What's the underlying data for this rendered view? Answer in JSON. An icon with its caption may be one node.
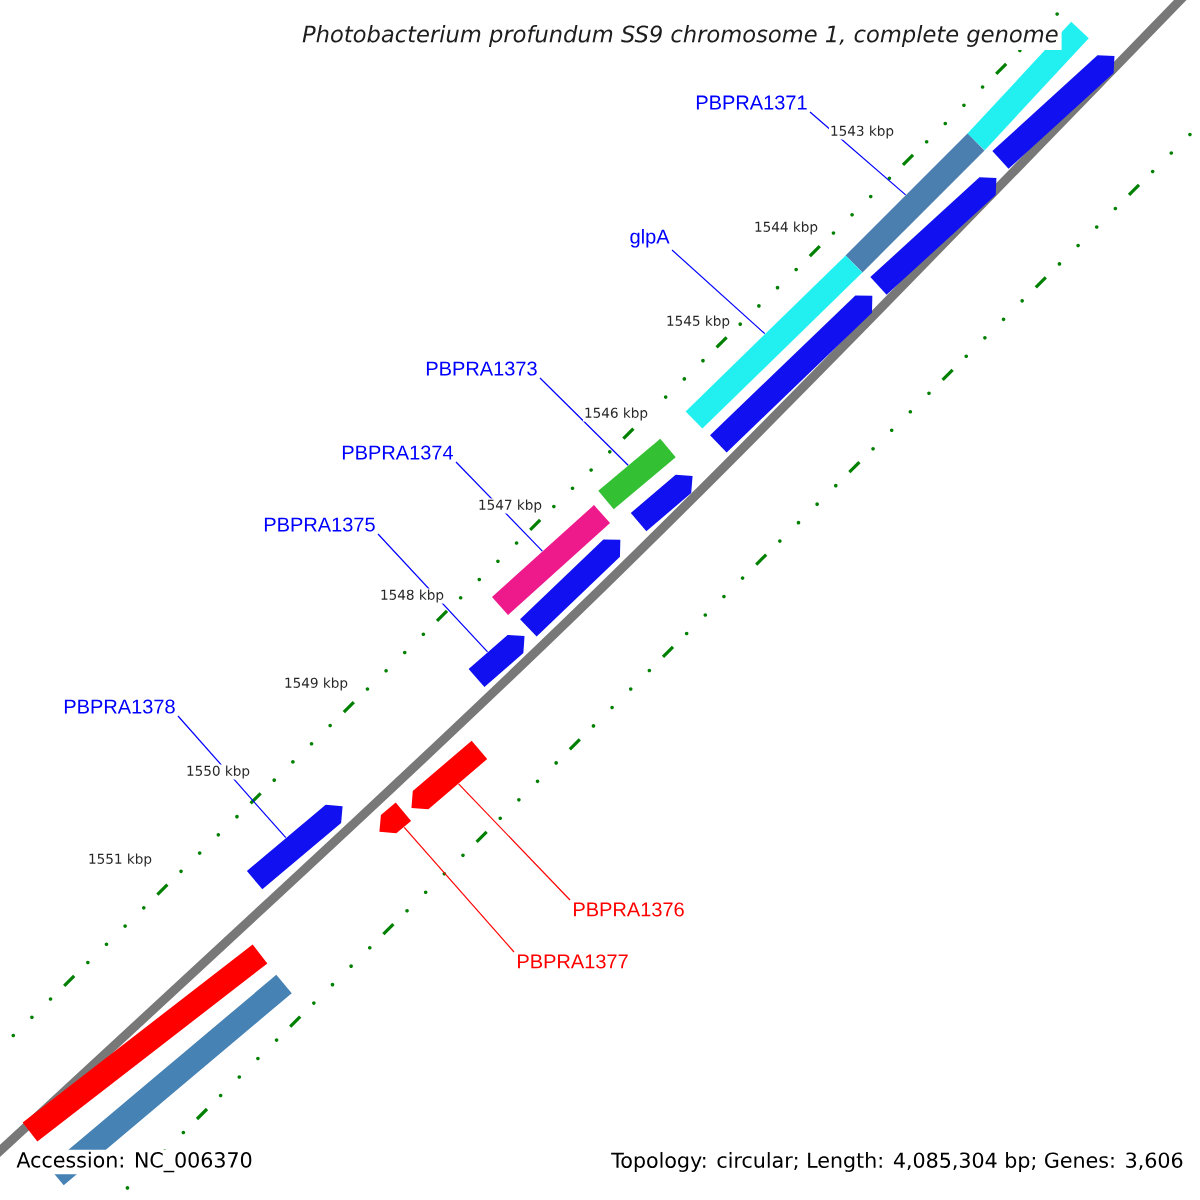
{
  "diagram": {
    "title": "Photobacterium profundum SS9 chromosome 1, complete genome",
    "nodes": [
      {
        "text": [
          "PBPRA1371"
        ]
      },
      {
        "text": [
          "glpA"
        ]
      },
      {
        "text": [
          "PBPRA1373"
        ]
      },
      {
        "text": [
          "PBPRA1374"
        ]
      },
      {
        "text": [
          "PBPRA1375"
        ]
      },
      {
        "text": [
          "PBPRA1376"
        ]
      },
      {
        "text": [
          "PBPRA1377"
        ]
      },
      {
        "text": [
          "PBPRA1378"
        ]
      },
      {
        "text": [],
        "shape": "bar"
      },
      {
        "text": [],
        "shape": "bar"
      },
      {
        "text": [],
        "shape": "bar"
      },
      {
        "text": [],
        "shape": "arrow"
      },
      {
        "text": [],
        "shape": "arrow"
      },
      {
        "text": [],
        "shape": "arrow"
      },
      {
        "text": [],
        "shape": "bar"
      },
      {
        "text": [],
        "shape": "arrow"
      },
      {
        "text": [],
        "shape": "bar"
      },
      {
        "text": [],
        "shape": "arrow"
      },
      {
        "text": [],
        "shape": "arrow"
      },
      {
        "text": [],
        "shape": "arrow"
      },
      {
        "text": [],
        "shape": "arrow"
      },
      {
        "text": [],
        "shape": "arrow"
      },
      {
        "text": [],
        "shape": "bar"
      },
      {
        "text": [],
        "shape": "bar"
      }
    ],
    "edges": [
      {
        "from": 0,
        "to": 9,
        "arrow": "none"
      },
      {
        "from": 1,
        "to": 10,
        "arrow": "none"
      },
      {
        "from": 2,
        "to": 14,
        "arrow": "none"
      },
      {
        "from": 3,
        "to": 16,
        "arrow": "none"
      },
      {
        "from": 4,
        "to": 18,
        "arrow": "none"
      },
      {
        "from": 5,
        "to": 19,
        "arrow": "none",
        "color": "#ff0000"
      },
      {
        "from": 6,
        "to": 20,
        "arrow": "none",
        "color": "#ff0000"
      },
      {
        "from": 7,
        "to": 21,
        "arrow": "none"
      }
    ],
    "labels": [
      "1543 kbp",
      "1544 kbp",
      "1545 kbp",
      "1546 kbp",
      "1547 kbp",
      "1548 kbp",
      "1549 kbp",
      "1550 kbp",
      "1551 kbp",
      "Accession: NC_006370",
      "Topology: circular; Length: 4,085,304 bp; Genes: 3,606"
    ]
  }
}
